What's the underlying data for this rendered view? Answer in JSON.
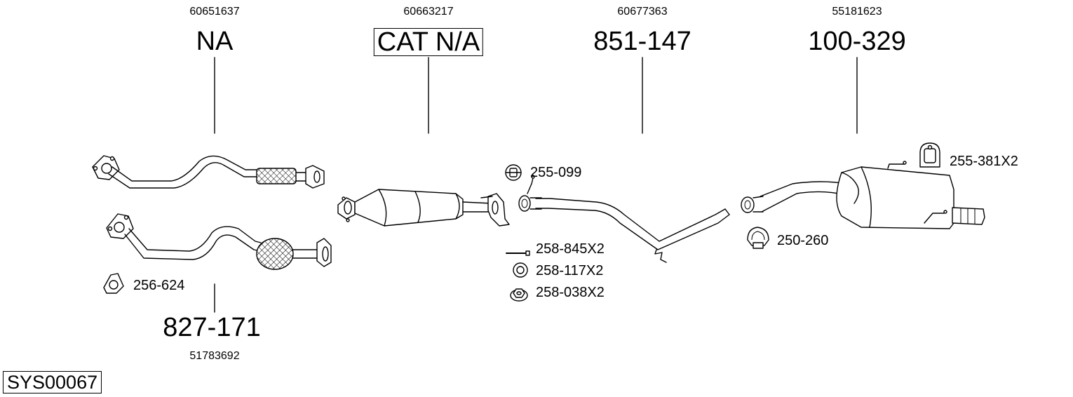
{
  "system_code": "SYS00067",
  "parts": [
    {
      "id": "front-pipe",
      "oe_number": "60651637",
      "part_number": "NA",
      "boxed": false
    },
    {
      "id": "catalyst",
      "oe_number": "60663217",
      "part_number": "CAT N/A",
      "boxed": true
    },
    {
      "id": "middle-pipe",
      "oe_number": "60677363",
      "part_number": "851-147",
      "boxed": false
    },
    {
      "id": "rear-silencer",
      "oe_number": "55181623",
      "part_number": "100-329",
      "boxed": false
    },
    {
      "id": "alt-front-pipe",
      "oe_number": "51783692",
      "part_number": "827-171",
      "boxed": false
    }
  ],
  "accessories": [
    {
      "id": "rubber-hanger",
      "label": "255-099"
    },
    {
      "id": "double-hanger",
      "label": "255-381X2"
    },
    {
      "id": "clamp",
      "label": "250-260"
    },
    {
      "id": "gasket-triangular",
      "label": "256-624"
    },
    {
      "id": "bolt",
      "label": "258-845X2"
    },
    {
      "id": "ring-gasket",
      "label": "258-117X2"
    },
    {
      "id": "nut",
      "label": "258-038X2"
    }
  ]
}
